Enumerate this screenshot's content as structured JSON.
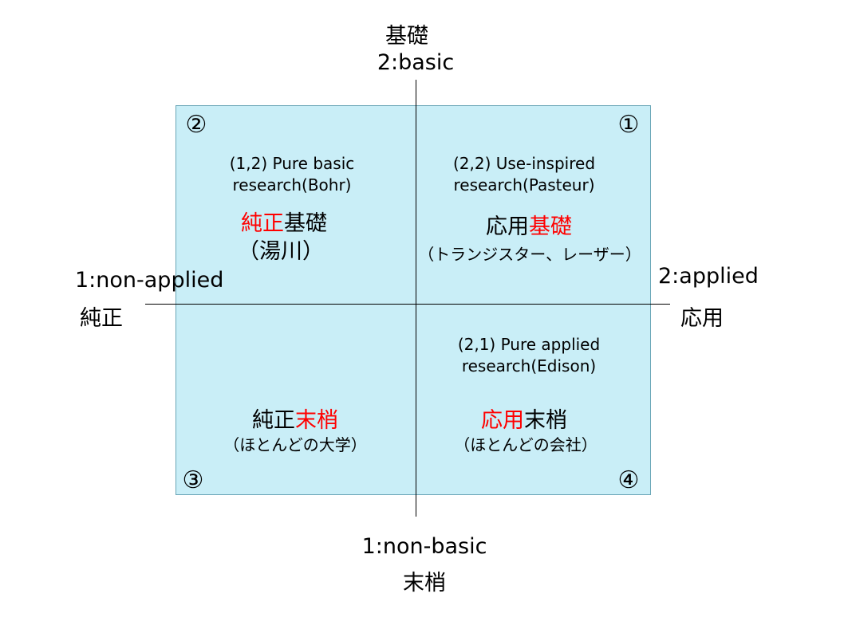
{
  "axes": {
    "top_jp": "基礎",
    "top_en": "2:basic",
    "bottom_en": "1:non-basic",
    "bottom_jp": "末梢",
    "left_en": "1:non-applied",
    "left_jp": "純正",
    "right_en": "2:applied",
    "right_jp": "応用"
  },
  "quadrants": {
    "top_left": {
      "number": "②",
      "title_line1": "(1,2) Pure basic",
      "title_line2": "research(Bohr)",
      "main_part1": "純正",
      "main_part2": "基礎",
      "sub": "（湯川）"
    },
    "top_right": {
      "number": "①",
      "title_line1": "(2,2) Use-inspired",
      "title_line2": "research(Pasteur)",
      "main_part1": "応用",
      "main_part2": "基礎",
      "sub": "（トランジスター、レーザー）"
    },
    "bottom_left": {
      "number": "③",
      "main_part1": "純正",
      "main_part2": "末梢",
      "sub": "（ほとんどの大学）"
    },
    "bottom_right": {
      "number": "④",
      "title_line1": "(2,1) Pure applied",
      "title_line2": "research(Edison)",
      "main_part1": "応用",
      "main_part2": "末梢",
      "sub": "（ほとんどの会社）"
    }
  },
  "colors": {
    "quadrant_fill": "#c9eef7",
    "highlight": "#ff0000"
  }
}
